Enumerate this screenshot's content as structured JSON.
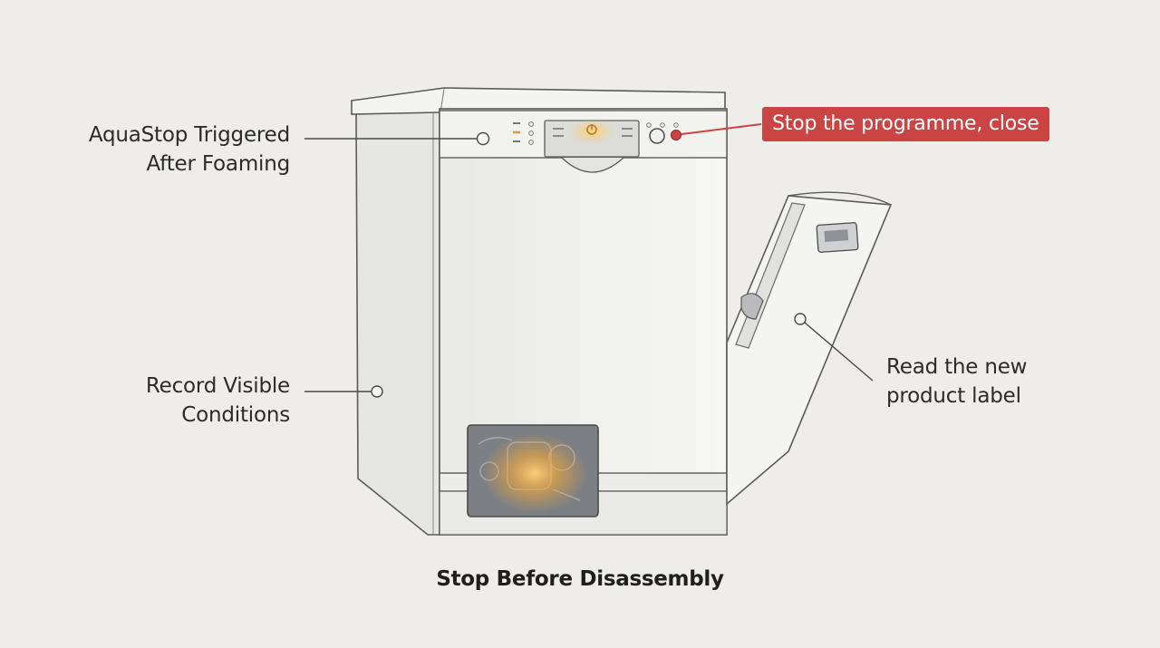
{
  "callouts": {
    "aquastop": [
      "AquaStop Triggered",
      "After Foaming"
    ],
    "stop_programme": "Stop the programme, close",
    "record": [
      "Record Visible",
      "Conditions"
    ],
    "product_label": [
      "Read the new",
      "product label"
    ]
  },
  "caption": "Stop Before Disassembly",
  "colors": {
    "background": "#eeede9",
    "accent": "#c94443",
    "glow": "#f2a93b",
    "line": "#4a4a4a"
  }
}
